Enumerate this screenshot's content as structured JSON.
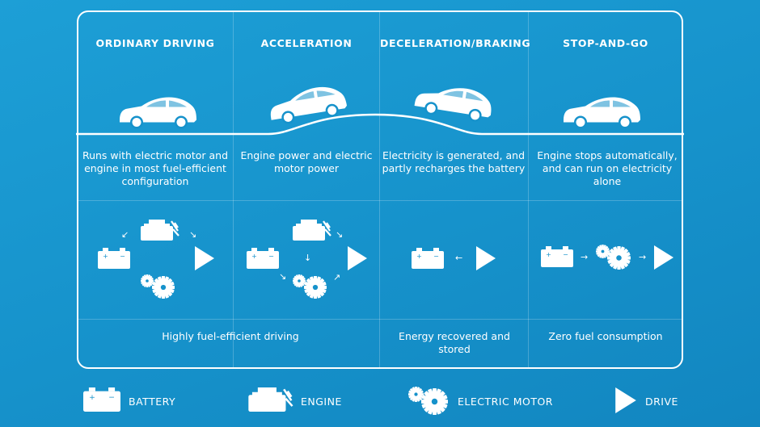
{
  "columns": [
    {
      "header": "ORDINARY DRIVING",
      "description": "Runs with electric motor and engine in most fuel-efficient configuration"
    },
    {
      "header": "ACCELERATION",
      "description": "Engine power and electric motor power"
    },
    {
      "header": "DECELERATION/BRAKING",
      "description": "Electricity is generated, and partly recharges the battery"
    },
    {
      "header": "STOP-AND-GO",
      "description": "Engine stops automatically, and can run on electricity alone"
    }
  ],
  "results": [
    {
      "text": "Highly fuel-efficient driving"
    },
    {
      "text": "Energy recovered and stored"
    },
    {
      "text": "Zero fuel consumption"
    }
  ],
  "legend": {
    "battery": "BATTERY",
    "engine": "ENGINE",
    "electric_motor": "ELECTRIC MOTOR",
    "drive": "DRIVE"
  },
  "arrows": {
    "down_left": "↙",
    "down_right": "↘",
    "down": "↓",
    "up_right": "↗",
    "left": "←",
    "right": "→"
  },
  "colors": {
    "background": "#1692cb",
    "foreground": "#ffffff"
  }
}
